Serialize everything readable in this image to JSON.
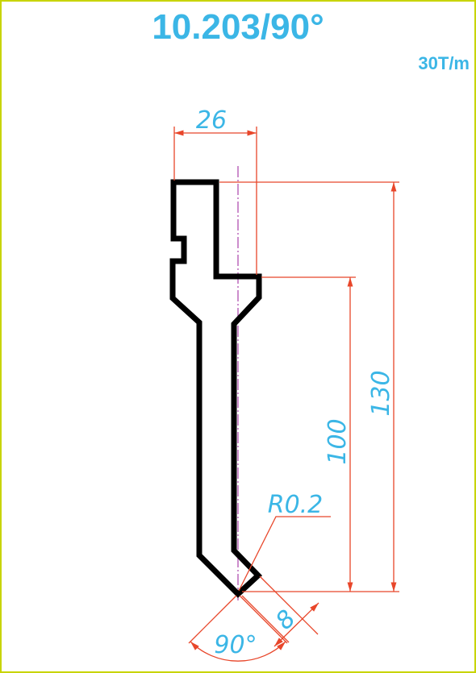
{
  "header": {
    "title": "10.203/90°",
    "rating": "30T/m"
  },
  "dimensions": {
    "width": "26",
    "height_total": "130",
    "height_working": "100",
    "tip_radius": "R0.2",
    "tip_angle": "90°",
    "tip_width": "8"
  },
  "colors": {
    "frame": "#c8d400",
    "title": "#3bb6e6",
    "dimension_line": "#e8462a",
    "profile": "#000000",
    "centerline": "#b050b0"
  }
}
